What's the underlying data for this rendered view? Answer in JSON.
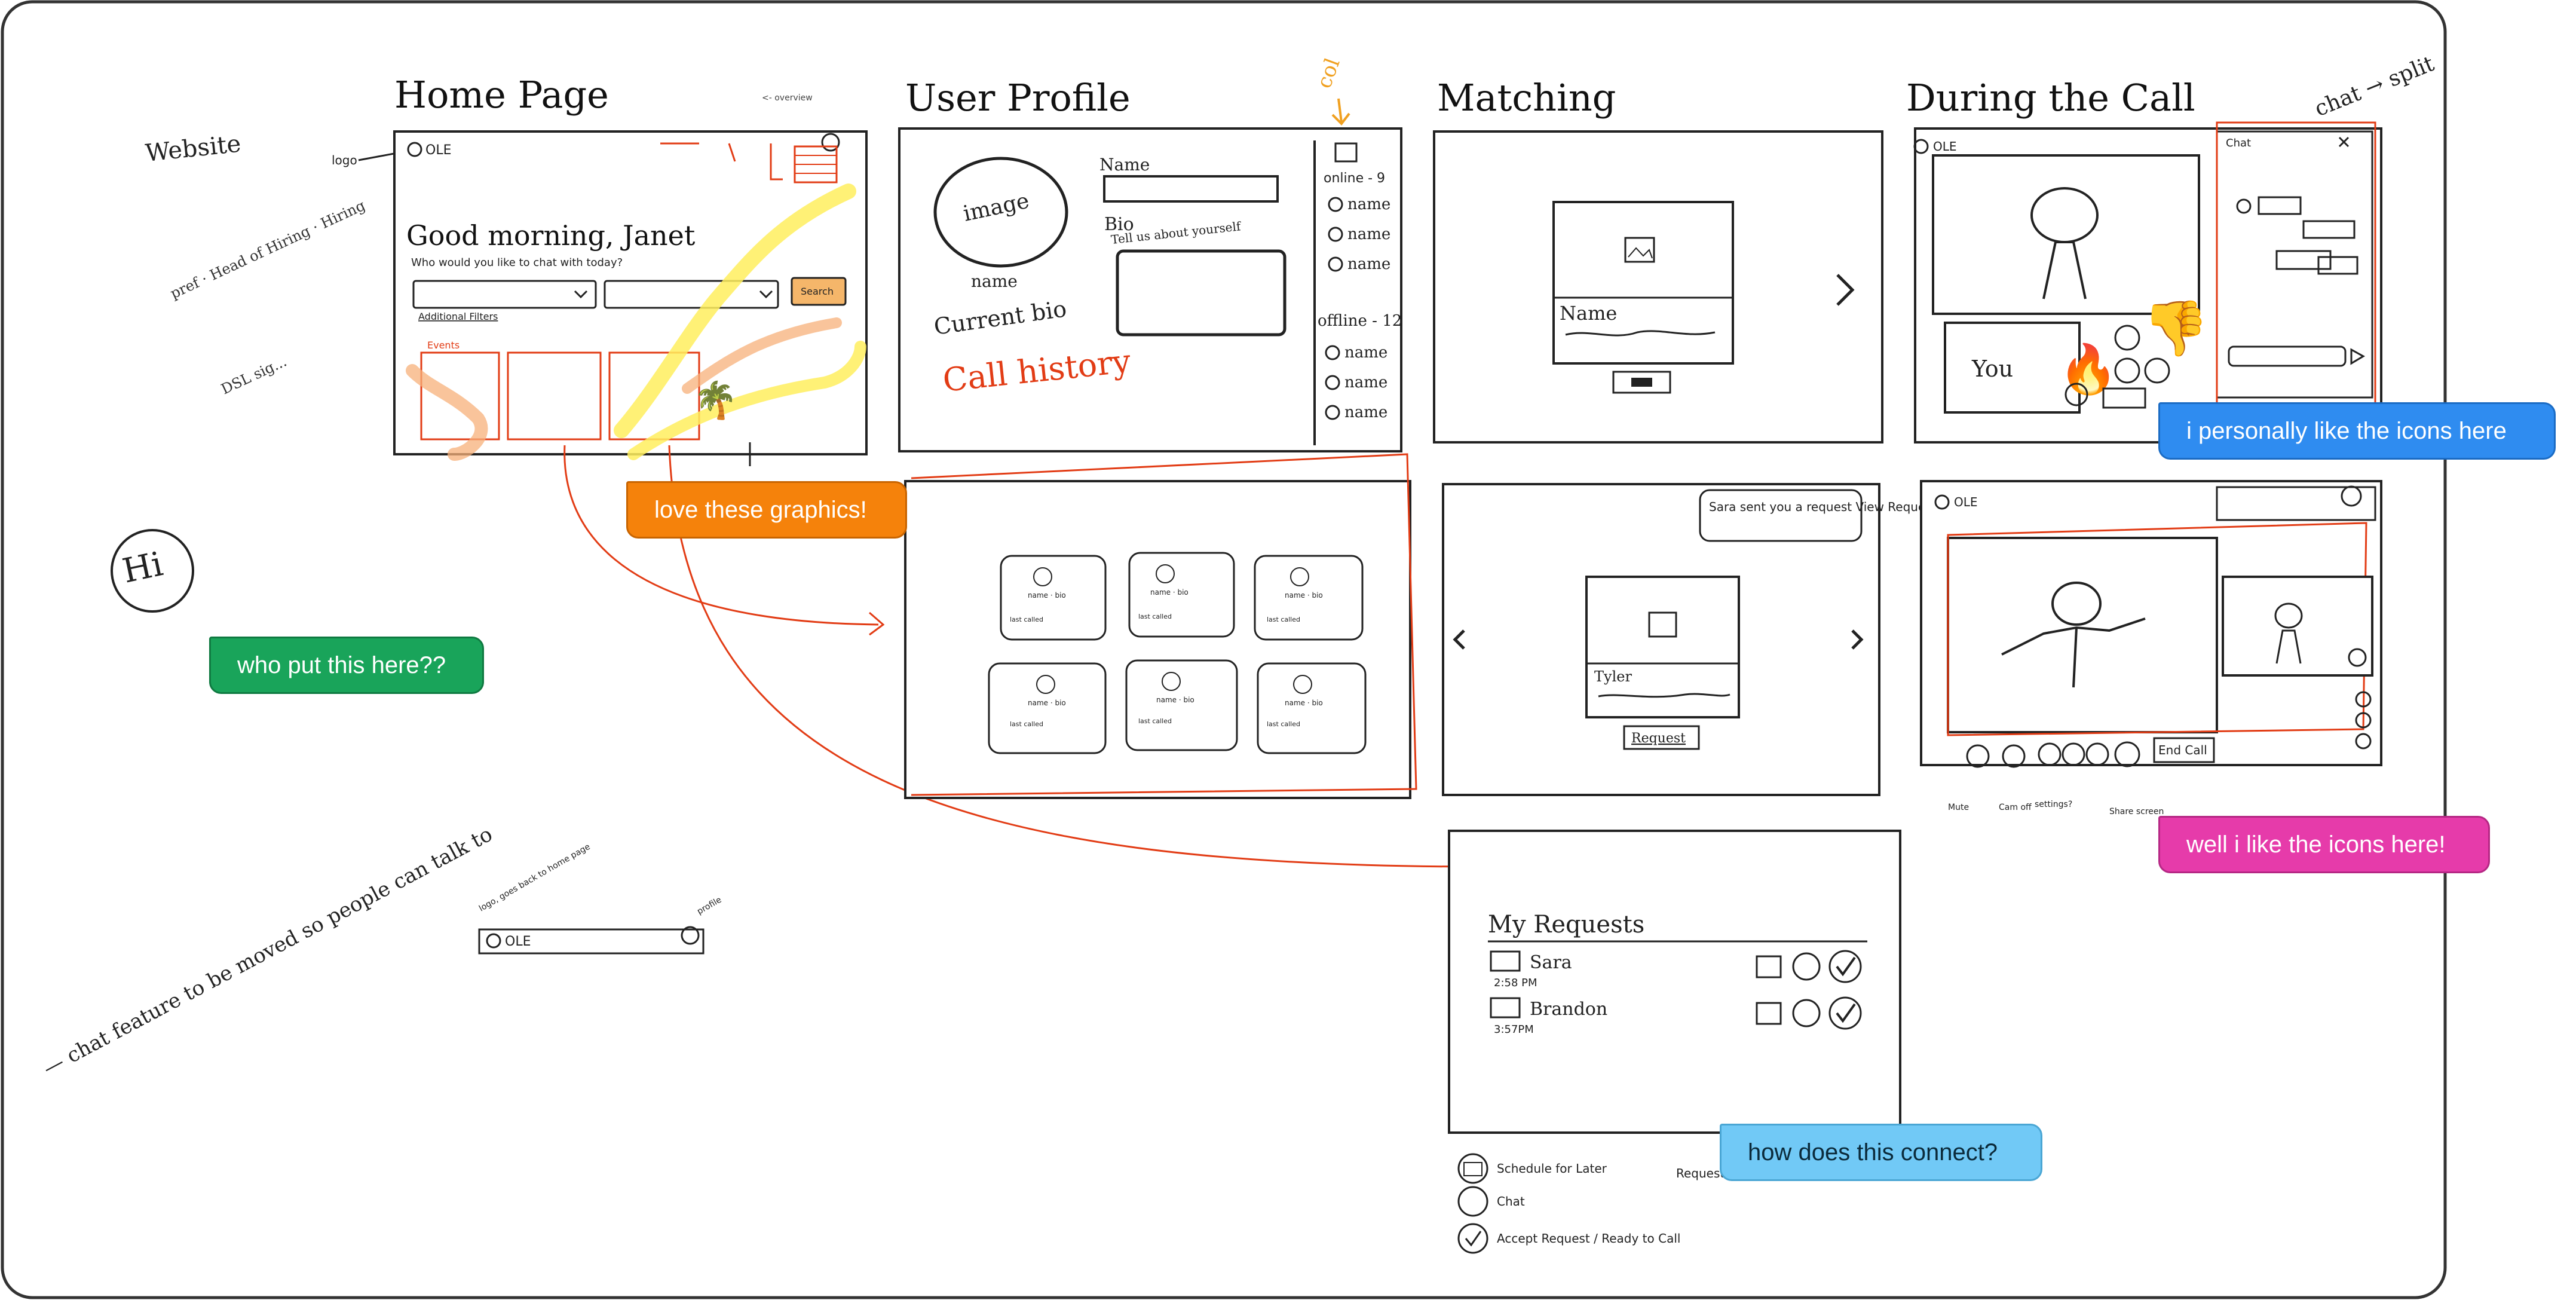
{
  "board": {
    "frames": {
      "home": "Home Page",
      "profile": "User Profile",
      "matching": "Matching",
      "during_call": "During the Call"
    },
    "side_notes": {
      "website": "Website",
      "logo": "logo",
      "hi": "Hi",
      "notes_left": "— chat feature to be moved so people can talk to",
      "col": "col",
      "chat_split": "chat → split"
    },
    "home": {
      "logo": "OLE",
      "greeting": "Good morning, Janet",
      "question": "Who would you like to chat with today?",
      "search_button": "Search",
      "filters_link": "Additional Filters",
      "events_label": "Events"
    },
    "profile": {
      "image_label": "image",
      "name_label": "Name",
      "bio_label": "Bio",
      "bio_hint": "Tell us about yourself",
      "name_text": "name",
      "current_bio": "Current bio",
      "call_history": "Call history",
      "online_header": "online - 9",
      "offline_header": "offline - 12",
      "status_names": [
        "name",
        "name",
        "name",
        "name",
        "name",
        "name"
      ]
    },
    "matching": {
      "card_name": "Name",
      "notification": "Sara sent you a request View Request",
      "second_name": "Tyler",
      "request_button": "Request",
      "my_requests_title": "My Requests",
      "requests": [
        {
          "name": "Sara",
          "time": "2:58 PM"
        },
        {
          "name": "Brandon",
          "time": "3:57PM"
        }
      ],
      "legend": [
        {
          "label": "Schedule for Later"
        },
        {
          "label": "Chat"
        },
        {
          "label": "Accept Request / Ready to Call"
        }
      ],
      "legend_extra": "Requests exp..."
    },
    "call": {
      "logo": "OLE",
      "chat_label": "Chat",
      "you_label": "You",
      "end_call": "End Call",
      "control_labels": [
        "Mute",
        "Cam off",
        "settings?",
        "Share screen"
      ]
    },
    "login_bar": {
      "logo": "OLE",
      "note_top": "logo, goes back to home page",
      "note_profile": "profile"
    }
  },
  "comments": [
    {
      "id": "graphics",
      "text": "love these graphics!",
      "color": "#F5820B"
    },
    {
      "id": "who",
      "text": "who put this here??",
      "color": "#19A45A"
    },
    {
      "id": "icons1",
      "text": "i personally like the icons here",
      "color": "#2F8CF0"
    },
    {
      "id": "icons2",
      "text": "well i like the icons here!",
      "color": "#E63BAA"
    },
    {
      "id": "connect",
      "text": "how does this connect?",
      "color": "#71C9F6"
    }
  ]
}
